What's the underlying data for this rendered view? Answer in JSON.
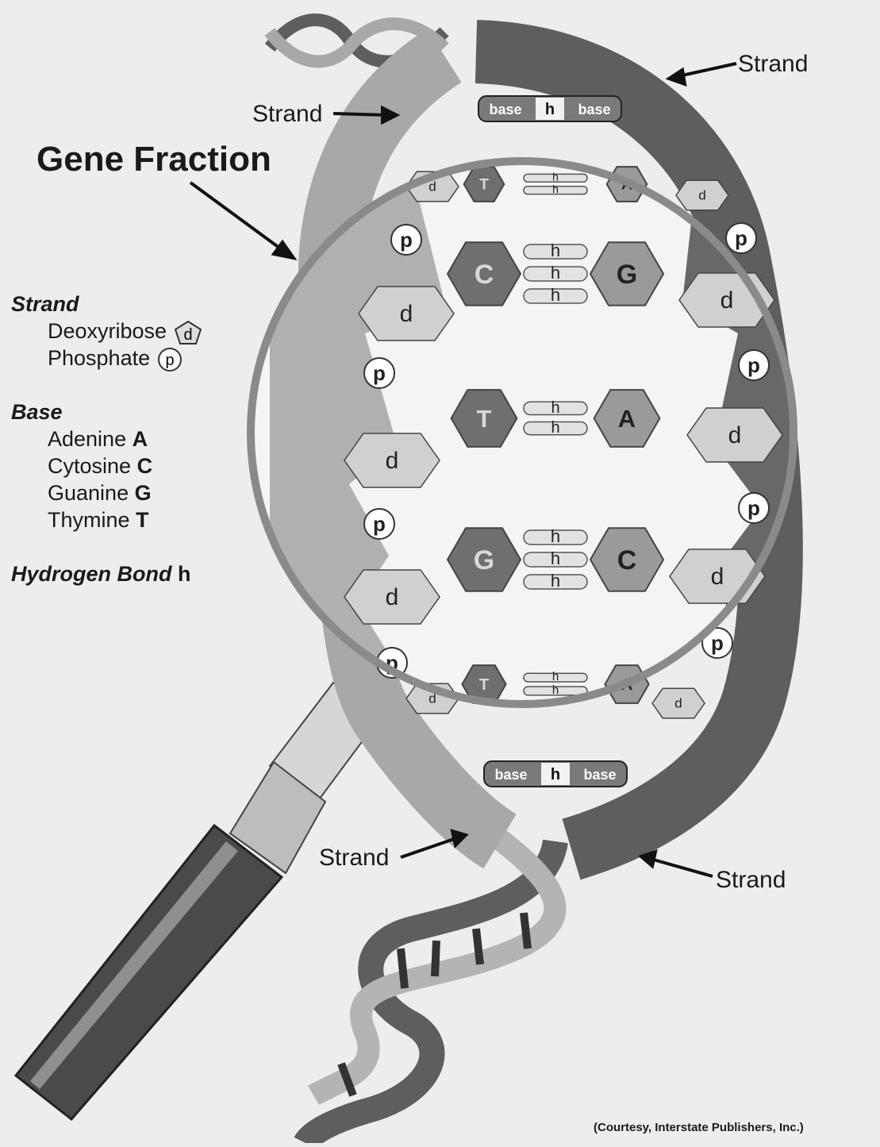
{
  "title": "Gene Fraction",
  "strand_labels": [
    "Strand",
    "Strand",
    "Strand",
    "Strand"
  ],
  "legend": {
    "strand_heading": "Strand",
    "strand_items": [
      {
        "name": "Deoxyribose",
        "symbol": "d"
      },
      {
        "name": "Phosphate",
        "symbol": "p"
      }
    ],
    "base_heading": "Base",
    "base_items": [
      {
        "name": "Adenine",
        "symbol": "A"
      },
      {
        "name": "Cytosine",
        "symbol": "C"
      },
      {
        "name": "Guanine",
        "symbol": "G"
      },
      {
        "name": "Thymine",
        "symbol": "T"
      }
    ],
    "bond_heading": "Hydrogen Bond",
    "bond_symbol": "h"
  },
  "base_pair_tag": {
    "left": "base",
    "middle": "h",
    "right": "base"
  },
  "pairs": [
    {
      "left": "T",
      "right": "A",
      "bonds": 2
    },
    {
      "left": "C",
      "right": "G",
      "bonds": 3
    },
    {
      "left": "T",
      "right": "A",
      "bonds": 2
    },
    {
      "left": "G",
      "right": "C",
      "bonds": 3
    },
    {
      "left": "T",
      "right": "A",
      "bonds": 2
    }
  ],
  "sugar_symbol": "d",
  "phosphate_symbol": "p",
  "bond_symbol": "h",
  "credit": "(Courtesy, Interstate Publishers, Inc.)",
  "colors": {
    "background": "#ededed",
    "light_strand": "#a8a8a8",
    "dark_strand": "#5e5e5e",
    "base_dark": "#6f6f6f",
    "base_light": "#9a9a9a",
    "lens_rim": "#8a8a8a",
    "handle": "#4a4a4a"
  }
}
